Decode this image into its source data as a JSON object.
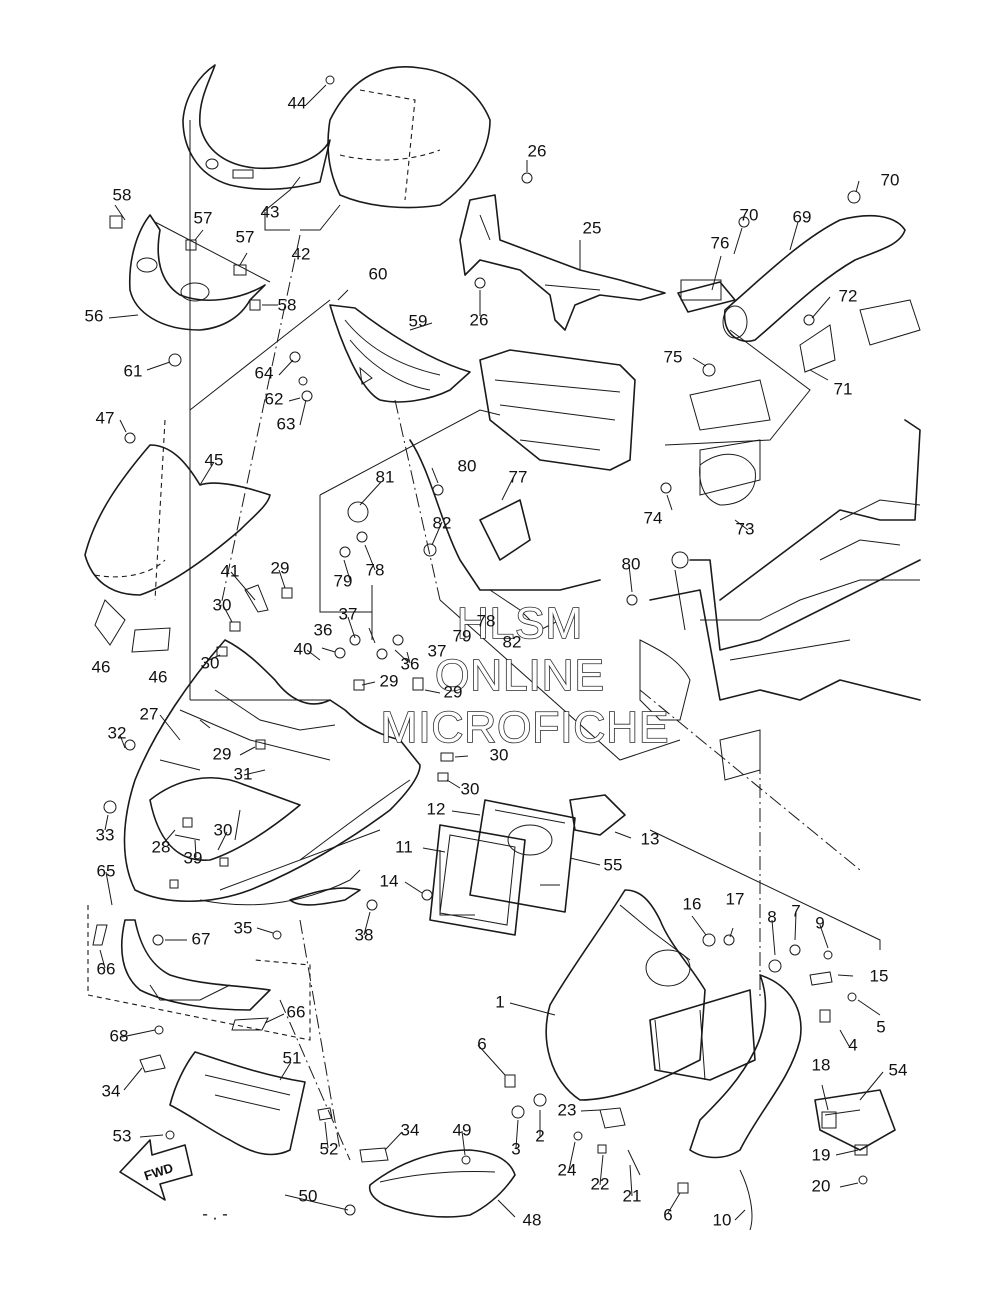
{
  "watermark": {
    "line1": "HLSM",
    "line2": "ONLINE",
    "line3": "MICROFICHE"
  },
  "direction_label": "FWD",
  "page_mark": "- . -",
  "callouts": {
    "c1": "1",
    "c2": "2",
    "c3": "3",
    "c4": "4",
    "c5": "5",
    "c6a": "6",
    "c6b": "6",
    "c7": "7",
    "c8": "8",
    "c9": "9",
    "c10": "10",
    "c11": "11",
    "c12": "12",
    "c13": "13",
    "c14": "14",
    "c15": "15",
    "c16": "16",
    "c17": "17",
    "c18": "18",
    "c19": "19",
    "c20": "20",
    "c21": "21",
    "c22": "22",
    "c23": "23",
    "c24": "24",
    "c25": "25",
    "c26a": "26",
    "c26b": "26",
    "c27": "27",
    "c28": "28",
    "c29a": "29",
    "c29b": "29",
    "c29c": "29",
    "c29d": "29",
    "c30a": "30",
    "c30b": "30",
    "c30c": "30",
    "c30d": "30",
    "c30e": "30",
    "c31": "31",
    "c32": "32",
    "c33": "33",
    "c34a": "34",
    "c34b": "34",
    "c35": "35",
    "c36a": "36",
    "c36b": "36",
    "c37a": "37",
    "c37b": "37",
    "c38": "38",
    "c39": "39",
    "c40": "40",
    "c41": "41",
    "c42": "42",
    "c43": "43",
    "c44": "44",
    "c45": "45",
    "c46a": "46",
    "c46b": "46",
    "c47": "47",
    "c48": "48",
    "c49": "49",
    "c50": "50",
    "c51": "51",
    "c52": "52",
    "c53": "53",
    "c54": "54",
    "c55": "55",
    "c56": "56",
    "c57a": "57",
    "c57b": "57",
    "c58a": "58",
    "c58b": "58",
    "c59": "59",
    "c60": "60",
    "c61": "61",
    "c62": "62",
    "c63": "63",
    "c64": "64",
    "c65": "65",
    "c66a": "66",
    "c66b": "66",
    "c67": "67",
    "c68": "68",
    "c69": "69",
    "c70a": "70",
    "c70b": "70",
    "c71": "71",
    "c72": "72",
    "c73": "73",
    "c74": "74",
    "c75": "75",
    "c76": "76",
    "c77": "77",
    "c78a": "78",
    "c78b": "78",
    "c79a": "79",
    "c79b": "79",
    "c80a": "80",
    "c80b": "80",
    "c81": "81",
    "c82a": "82",
    "c82b": "82"
  }
}
